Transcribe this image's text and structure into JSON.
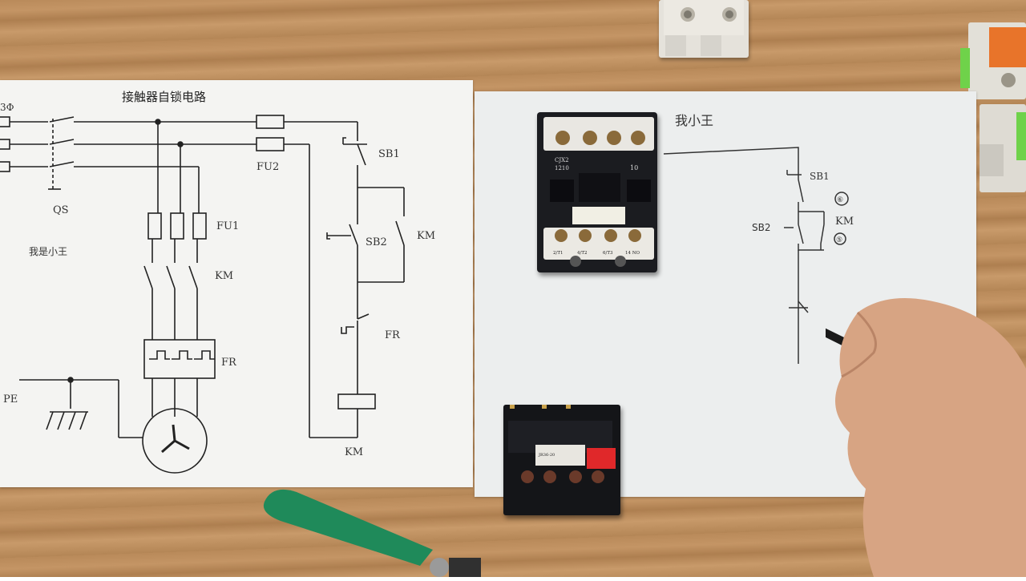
{
  "scene": {
    "description_type": "photo"
  },
  "left_sheet": {
    "title": "接触器自锁电路",
    "labels": {
      "fu2": "FU2",
      "qs": "QS",
      "fu1": "FU1",
      "km_main": "KM",
      "fr_main": "FR",
      "pe": "PE",
      "sb1": "SB1",
      "sb2": "SB2",
      "km_aux": "KM",
      "fr_ctrl": "FR",
      "km_coil": "KM",
      "note": "我是小王",
      "corner": "3Ф"
    }
  },
  "right_sheet": {
    "handwritten_title": "我小王",
    "labels": {
      "sb1": "SB1",
      "km": "KM",
      "circle1": "⑥",
      "circle2": "⑤",
      "sb2": "SB2"
    }
  },
  "contactor": {
    "model": "CJX2",
    "rating": "1210",
    "right_code": "10",
    "terminals_top": [
      "",
      "",
      "",
      ""
    ],
    "terminals_bottom": [
      "2/T1",
      "4/T2",
      "6/T3",
      "14 NO"
    ]
  },
  "overload_relay": {
    "model": "JR36-20"
  },
  "colors": {
    "table": "#bb8c5c",
    "pliers_handle": "#1f8a5a",
    "relay_red": "#e0282a",
    "block_orange": "#e8742a",
    "block_green": "#6fd24a"
  }
}
